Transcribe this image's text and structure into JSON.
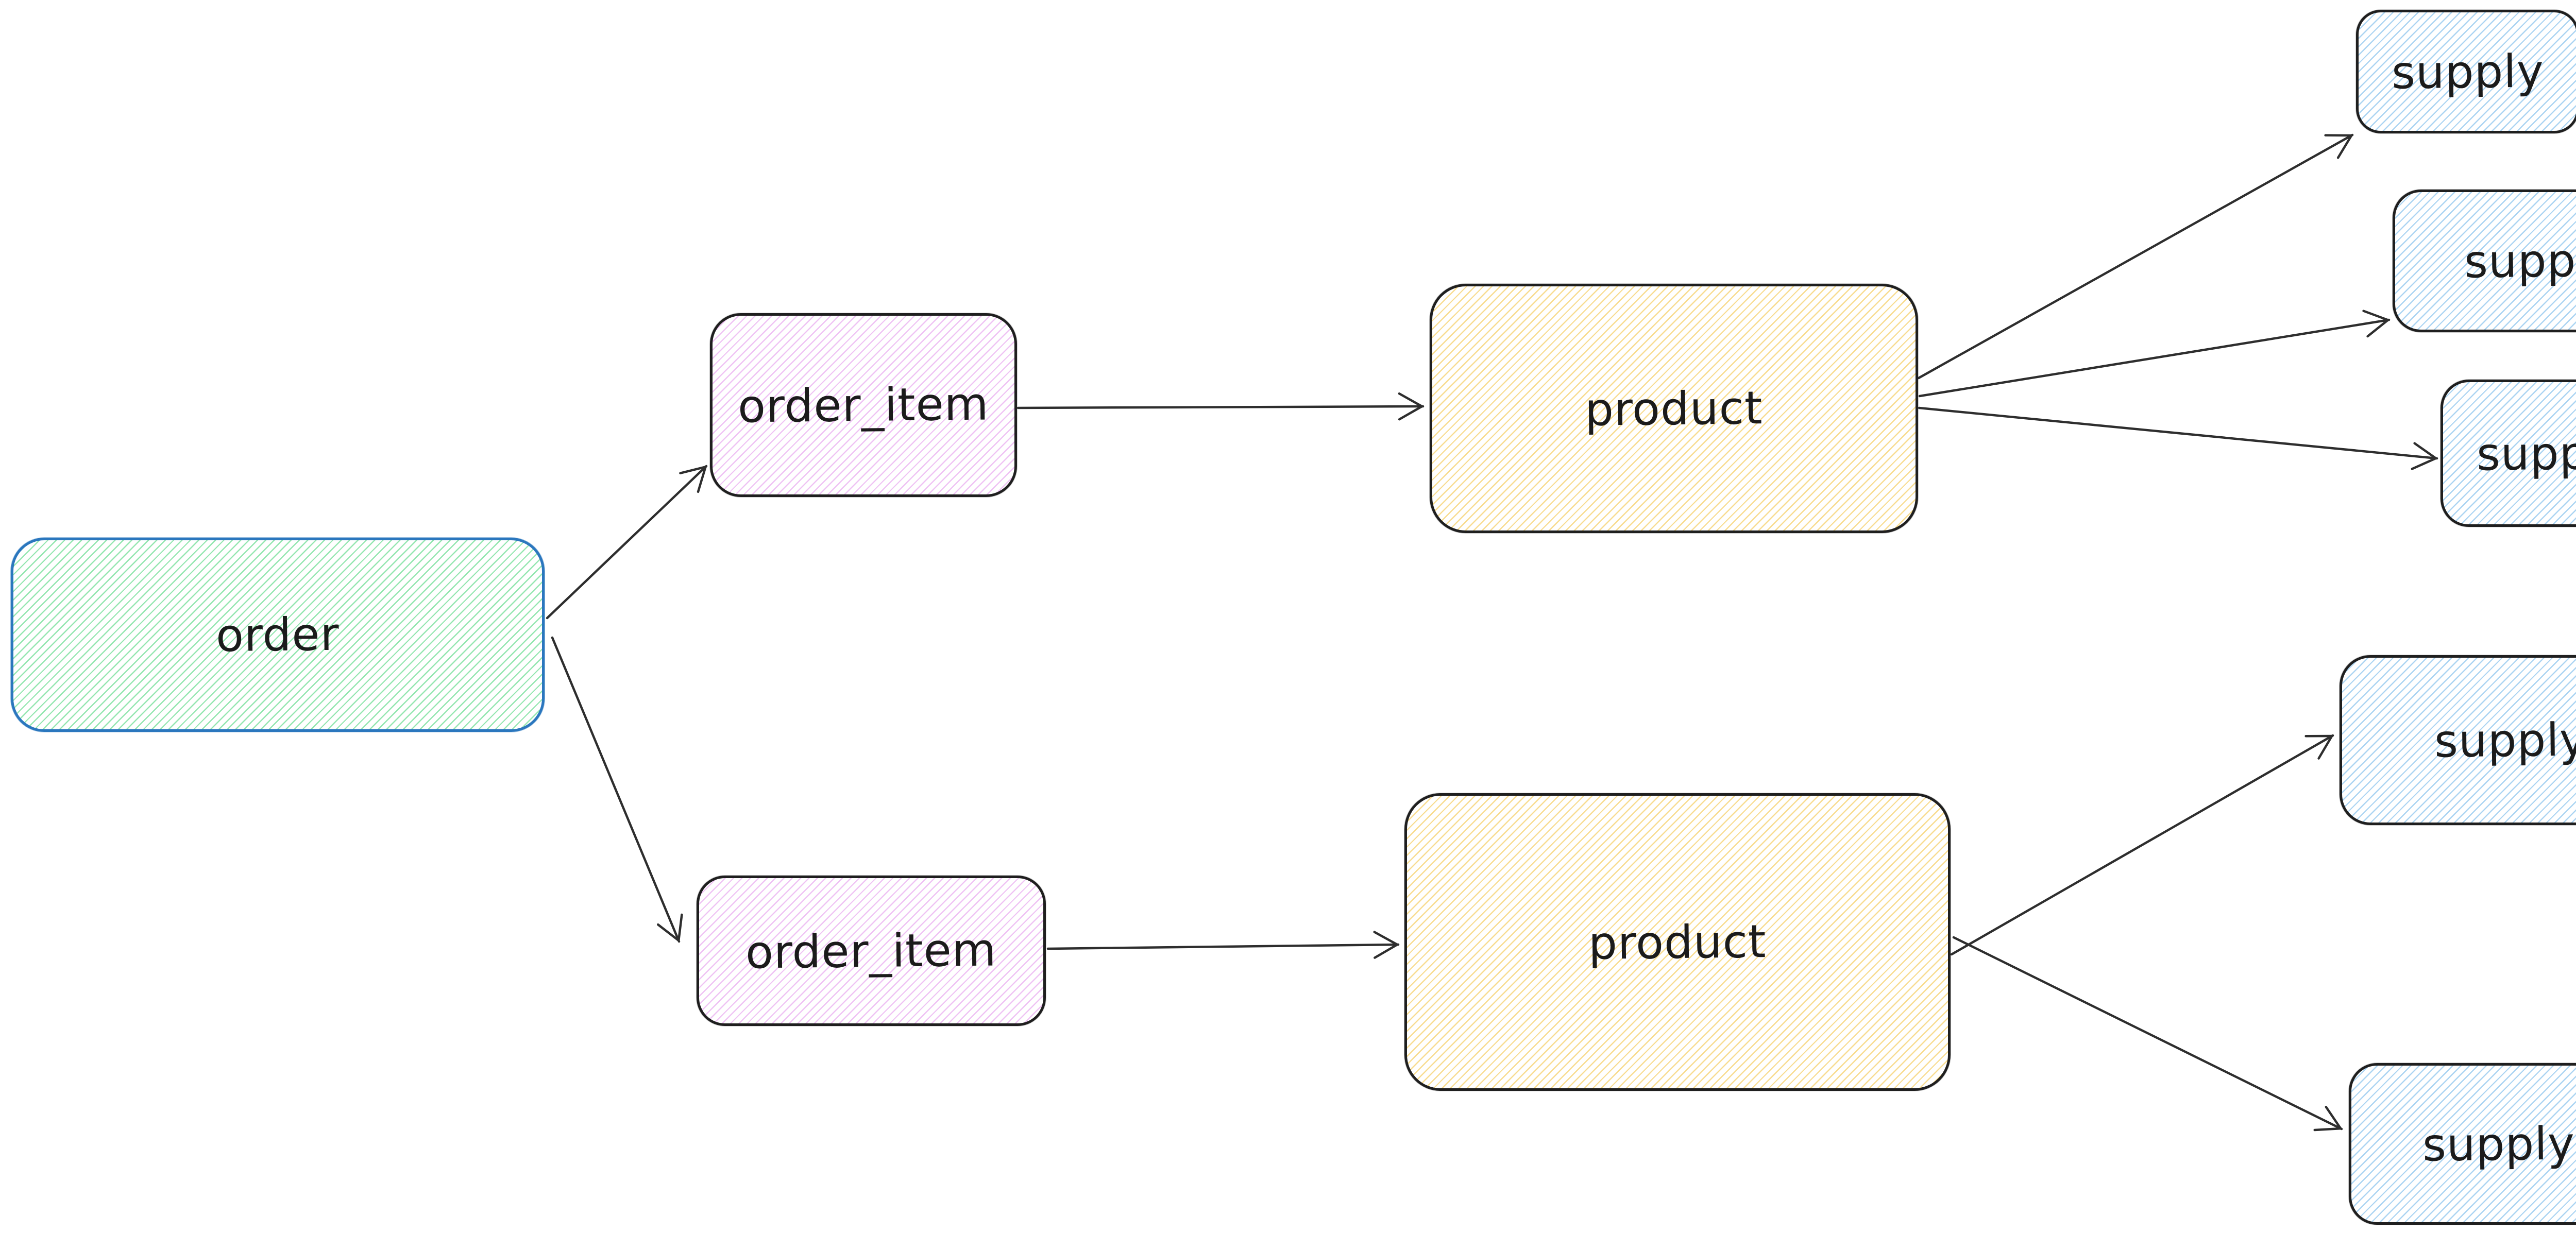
{
  "diagram": {
    "type": "entity-flow-diagram",
    "style": "hand-drawn-sketch",
    "background": "#ffffff",
    "nodes": [
      {
        "id": "order",
        "label": "order",
        "fill_hatch": "#94e6b0",
        "border": "#2b77be"
      },
      {
        "id": "order_item_top",
        "label": "order_item",
        "fill_hatch": "#efc3f4",
        "border": "#1f1f1f"
      },
      {
        "id": "order_item_bottom",
        "label": "order_item",
        "fill_hatch": "#efc3f4",
        "border": "#1f1f1f"
      },
      {
        "id": "product_top",
        "label": "product",
        "fill_hatch": "#f8dc90",
        "border": "#1f1f1f"
      },
      {
        "id": "product_bottom",
        "label": "product",
        "fill_hatch": "#f8dc90",
        "border": "#1f1f1f"
      },
      {
        "id": "supply_1",
        "label": "supply",
        "fill_hatch": "#abd4f2",
        "border": "#1f1f1f"
      },
      {
        "id": "supply_2",
        "label": "supply",
        "fill_hatch": "#abd4f2",
        "border": "#1f1f1f"
      },
      {
        "id": "supply_3",
        "label": "supply",
        "fill_hatch": "#abd4f2",
        "border": "#1f1f1f"
      },
      {
        "id": "supply_4",
        "label": "supply",
        "fill_hatch": "#abd4f2",
        "border": "#1f1f1f"
      },
      {
        "id": "supply_5",
        "label": "supply",
        "fill_hatch": "#abd4f2",
        "border": "#1f1f1f"
      }
    ],
    "edges": [
      {
        "from": "order",
        "to": "order_item_top"
      },
      {
        "from": "order",
        "to": "order_item_bottom"
      },
      {
        "from": "order_item_top",
        "to": "product_top"
      },
      {
        "from": "order_item_bottom",
        "to": "product_bottom"
      },
      {
        "from": "product_top",
        "to": "supply_1"
      },
      {
        "from": "product_top",
        "to": "supply_2"
      },
      {
        "from": "product_top",
        "to": "supply_3"
      },
      {
        "from": "product_bottom",
        "to": "supply_4"
      },
      {
        "from": "product_bottom",
        "to": "supply_5"
      }
    ],
    "arrow_color": "#2e2e2e",
    "text_color": "#1b1b1b"
  }
}
